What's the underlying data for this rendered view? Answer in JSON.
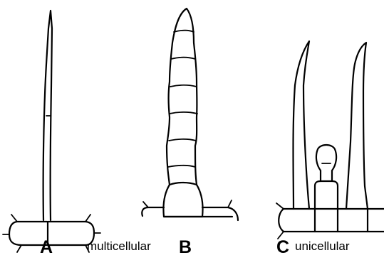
{
  "figure": {
    "hairs": [
      {
        "letter": "A",
        "caption": ""
      },
      {
        "letter": "B",
        "caption": "multicellular"
      },
      {
        "letter": "C",
        "caption": "unicellular"
      }
    ]
  }
}
